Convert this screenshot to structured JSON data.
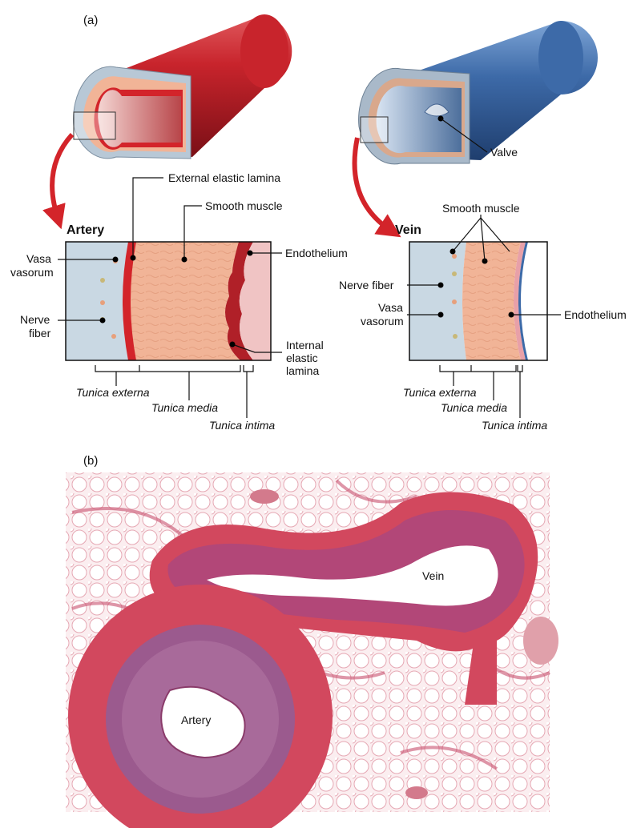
{
  "panel_a_label": "(a)",
  "panel_b_label": "(b)",
  "artery": {
    "title": "Artery",
    "external_elastic_lamina": "External elastic lamina",
    "smooth_muscle": "Smooth muscle",
    "endothelium": "Endothelium",
    "vasa_vasorum_1": "Vasa",
    "vasa_vasorum_2": "vasorum",
    "nerve_fiber_1": "Nerve",
    "nerve_fiber_2": "fiber",
    "internal_elastic_lamina_1": "Internal",
    "internal_elastic_lamina_2": "elastic",
    "internal_elastic_lamina_3": "lamina",
    "tunica_externa": "Tunica externa",
    "tunica_media": "Tunica media",
    "tunica_intima": "Tunica intima"
  },
  "vein": {
    "title": "Vein",
    "valve": "Valve",
    "smooth_muscle": "Smooth muscle",
    "nerve_fiber": "Nerve fiber",
    "vasa_vasorum_1": "Vasa",
    "vasa_vasorum_2": "vasorum",
    "endothelium": "Endothelium",
    "tunica_externa": "Tunica externa",
    "tunica_media": "Tunica media",
    "tunica_intima": "Tunica intima"
  },
  "micrograph": {
    "vein_label": "Vein",
    "artery_label": "Artery"
  },
  "colors": {
    "artery_red": "#b81c24",
    "vein_blue": "#3d6aa8",
    "muscle_peach": "#f1b497",
    "externa_blue": "#c9d8e3",
    "elastic_red": "#d3242a",
    "stain_pink": "#d9506b",
    "stain_purple": "#8d5a92"
  }
}
